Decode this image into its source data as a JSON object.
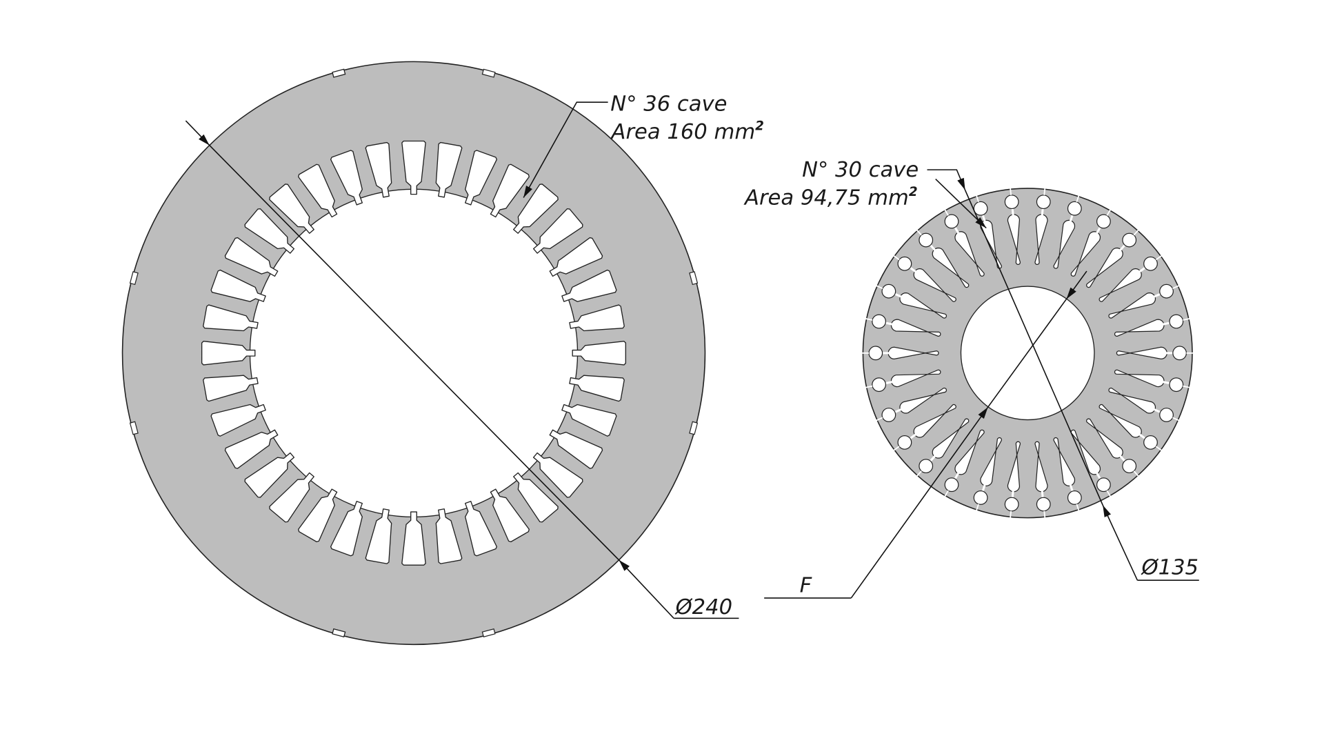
{
  "stator": {
    "slot_count": 36,
    "slots_label": "N° 36 cave",
    "area_label": "Area 160 mm",
    "area_sup": "2",
    "diameter_label": "Ø240"
  },
  "rotor": {
    "slot_count": 30,
    "slots_label": "N° 30 cave",
    "area_label": "Area 94,75 mm",
    "area_sup": "2",
    "diameter_label": "Ø135",
    "bore_label": "F"
  },
  "colors": {
    "steel": "#bdbdbd",
    "line": "#111111"
  }
}
